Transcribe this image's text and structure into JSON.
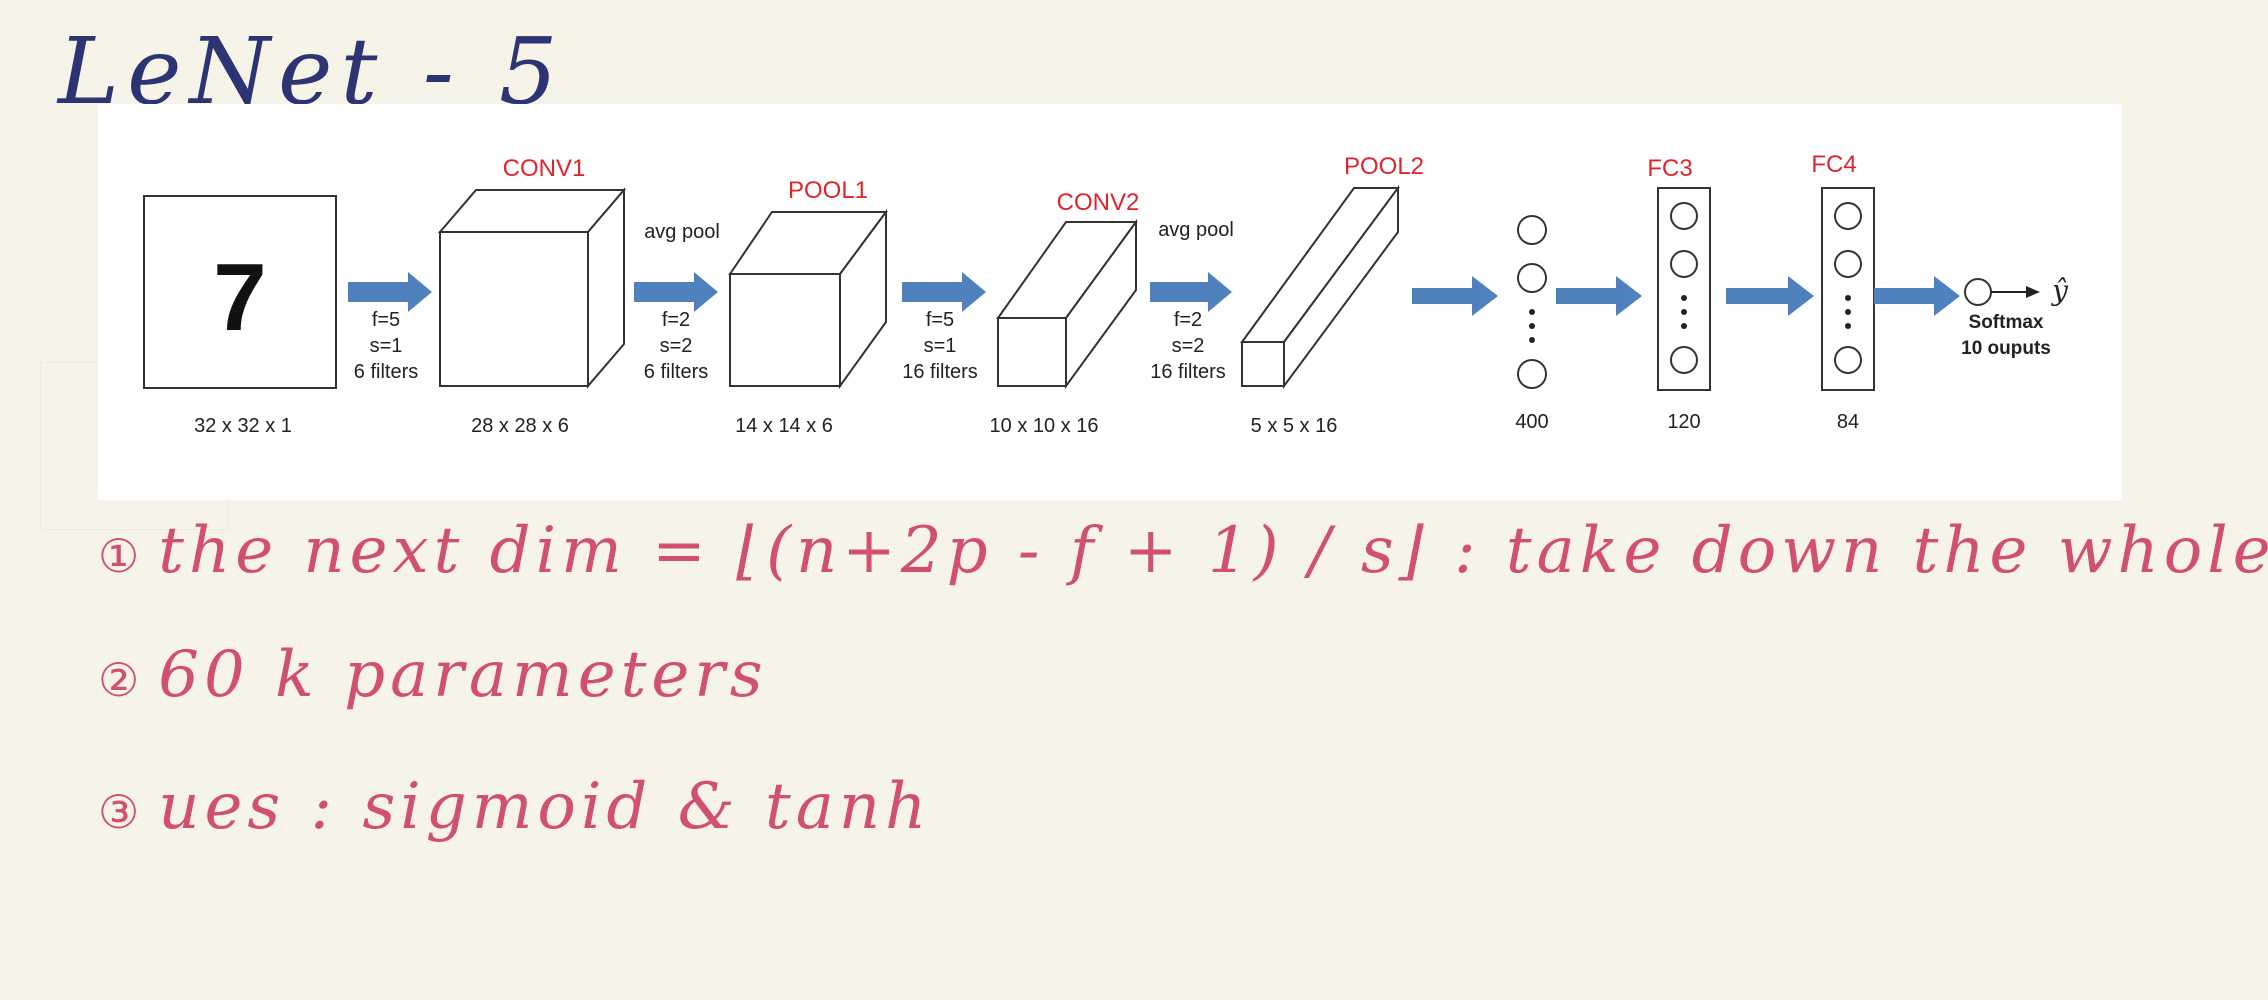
{
  "title": "LeNet - 5",
  "diagram": {
    "input_digit": "7",
    "input_dim": "32 x 32 x 1",
    "conv1": {
      "label": "CONV1",
      "dim": "28 x 28 x 6"
    },
    "pool1": {
      "label": "POOL1",
      "dim": "14 x 14 x 6"
    },
    "conv2": {
      "label": "CONV2",
      "dim": "10 x 10 x 16"
    },
    "pool2": {
      "label": "POOL2",
      "dim": "5 x 5 x 16"
    },
    "fc_flat": {
      "dim": "400"
    },
    "fc3": {
      "label": "FC3",
      "dim": "120"
    },
    "fc4": {
      "label": "FC4",
      "dim": "84"
    },
    "pool_note_1": "avg pool",
    "pool_note_2": "avg pool",
    "step1": {
      "f": "f=5",
      "s": "s=1",
      "n": "6 filters"
    },
    "step2": {
      "f": "f=2",
      "s": "s=2",
      "n": "6 filters"
    },
    "step3": {
      "f": "f=5",
      "s": "s=1",
      "n": "16 filters"
    },
    "step4": {
      "f": "f=2",
      "s": "s=2",
      "n": "16 filters"
    },
    "softmax": "Softmax",
    "outputs": "10 ouputs",
    "yhat": "ŷ",
    "colors": {
      "arrow": "#4f81bd",
      "layer_label": "#e0242c",
      "ink_blue": "#2d3474",
      "ink_pink": "#d0506e"
    }
  },
  "notes": [
    {
      "num": "①",
      "text": "the next dim = ⌊(n+2p - f + 1) / s⌋ : take down the whole"
    },
    {
      "num": "②",
      "text": "60 k parameters"
    },
    {
      "num": "③",
      "text": "ues : sigmoid & tanh"
    }
  ]
}
